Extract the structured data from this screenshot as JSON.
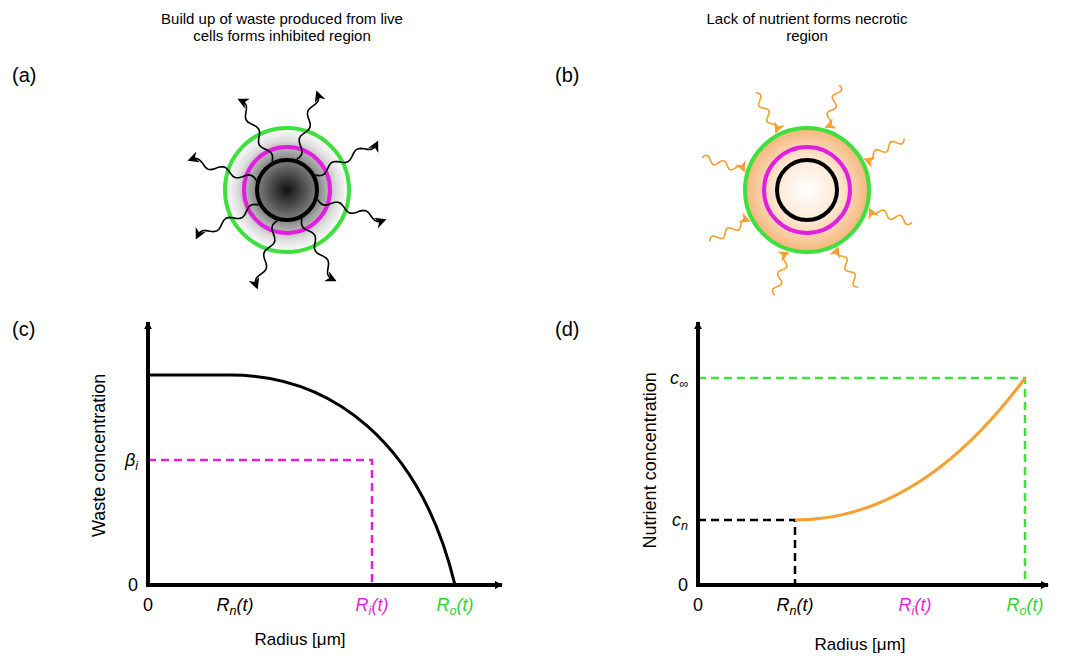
{
  "diagram": {
    "labels": [
      "Build up of waste produced from live cells forms inhibited region",
      "Lack of nutrient forms necrotic region",
      "(a)",
      "(b)",
      "(c)",
      "(d)",
      "Waste concentration",
      "βi",
      "0",
      "0",
      "Rn(t)",
      "Ri(t)",
      "Ro(t)",
      "Radius [μm]",
      "Nutrient concentration",
      "c∞",
      "cn",
      "0",
      "0",
      "Rn(t)",
      "Ri(t)",
      "Ro(t)",
      "Radius [μm]"
    ]
  }
}
